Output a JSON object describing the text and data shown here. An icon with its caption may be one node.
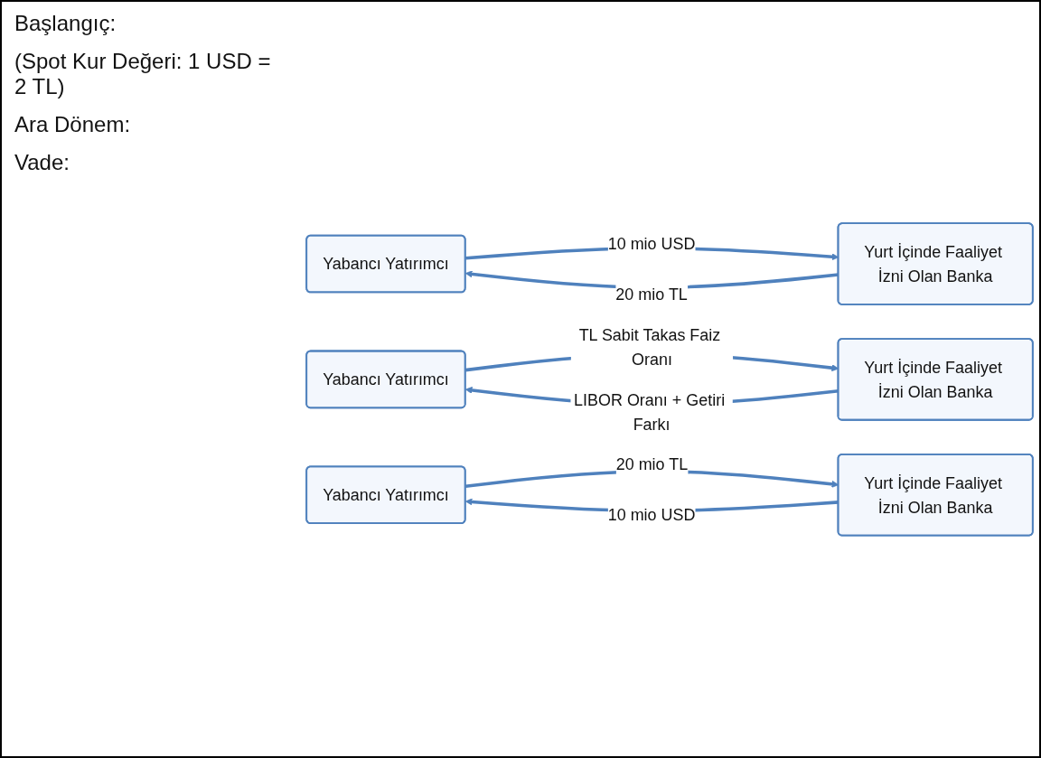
{
  "diagram": {
    "nodes": [
      {
        "text": [
          "Yabancı Yatırımcı"
        ]
      },
      {
        "text": [
          "Yurt İçinde Faaliyet İzni Olan Banka"
        ]
      },
      {
        "text": [
          "Yabancı Yatırımcı"
        ]
      },
      {
        "text": [
          "Yurt İçinde Faaliyet İzni Olan Banka"
        ]
      },
      {
        "text": [
          "Yabancı Yatırımcı"
        ]
      },
      {
        "text": [
          "Yurt İçinde Faaliyet İzni Olan Banka"
        ]
      }
    ],
    "edges": [
      {
        "from": 0,
        "to": 1,
        "arrow": "to",
        "label": "10 mio USD"
      },
      {
        "from": 1,
        "to": 0,
        "arrow": "to",
        "label": "20 mio TL"
      },
      {
        "from": 2,
        "to": 3,
        "arrow": "to",
        "label": "TL Sabit Takas Faiz Oranı"
      },
      {
        "from": 3,
        "to": 2,
        "arrow": "to",
        "label": "LIBOR Oranı + Getiri Farkı"
      },
      {
        "from": 4,
        "to": 5,
        "arrow": "to",
        "label": "20 mio TL"
      },
      {
        "from": 5,
        "to": 4,
        "arrow": "to",
        "label": "10 mio USD"
      }
    ],
    "labels": [
      "Başlangıç:",
      "(Spot Kur Değeri: 1 USD = 2 TL)",
      "Ara Dönem:",
      "Vade:"
    ]
  }
}
